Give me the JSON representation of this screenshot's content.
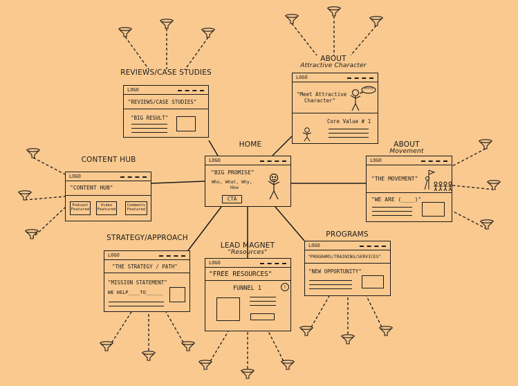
{
  "common": {
    "logo": "LOGO"
  },
  "home": {
    "label": "HOME",
    "promise": "\"BIG PROMISE\"",
    "who_what": "Who, What, Why,",
    "how": "How",
    "cta": "CTA"
  },
  "about_char": {
    "label": "ABOUT",
    "sublabel": "Attractive Character",
    "meet_line1": "\"Meet Attractive",
    "meet_line2": "Character\"",
    "bubble": "Story",
    "core_value": "Core Value # 1"
  },
  "about_move": {
    "label": "ABOUT",
    "sublabel": "Movement",
    "movement": "\"THE MOVEMENT\"",
    "we_are": "\"WE ARE (____)\""
  },
  "reviews": {
    "label": "REVIEWS/CASE STUDIES",
    "header": "\"REVIEWS/CASE STUDIES\"",
    "big_result": "\"BIG RESULT\""
  },
  "content_hub": {
    "label": "CONTENT HUB",
    "header": "\"CONTENT HUB\"",
    "cards": [
      "Podcast Featured",
      "Video Featured",
      "Comments Featured"
    ]
  },
  "strategy": {
    "label": "STRATEGY/APPROACH",
    "header": "\"THE STRATEGY / PATH\"",
    "mission": "\"MISSION STATEMENT\"",
    "we_help": "WE HELP____TO______"
  },
  "lead": {
    "label": "LEAD MAGNET",
    "sublabel": "\"Resources\"",
    "header": "\"FREE RESOURCES\"",
    "funnel": "FUNNEL 1",
    "info": "!"
  },
  "programs": {
    "label": "PROGRAMS",
    "header": "\"PROGRAMS/TRAINING/SERVICES\"",
    "opportunity": "\"NEW OPPORTUNITY\""
  }
}
